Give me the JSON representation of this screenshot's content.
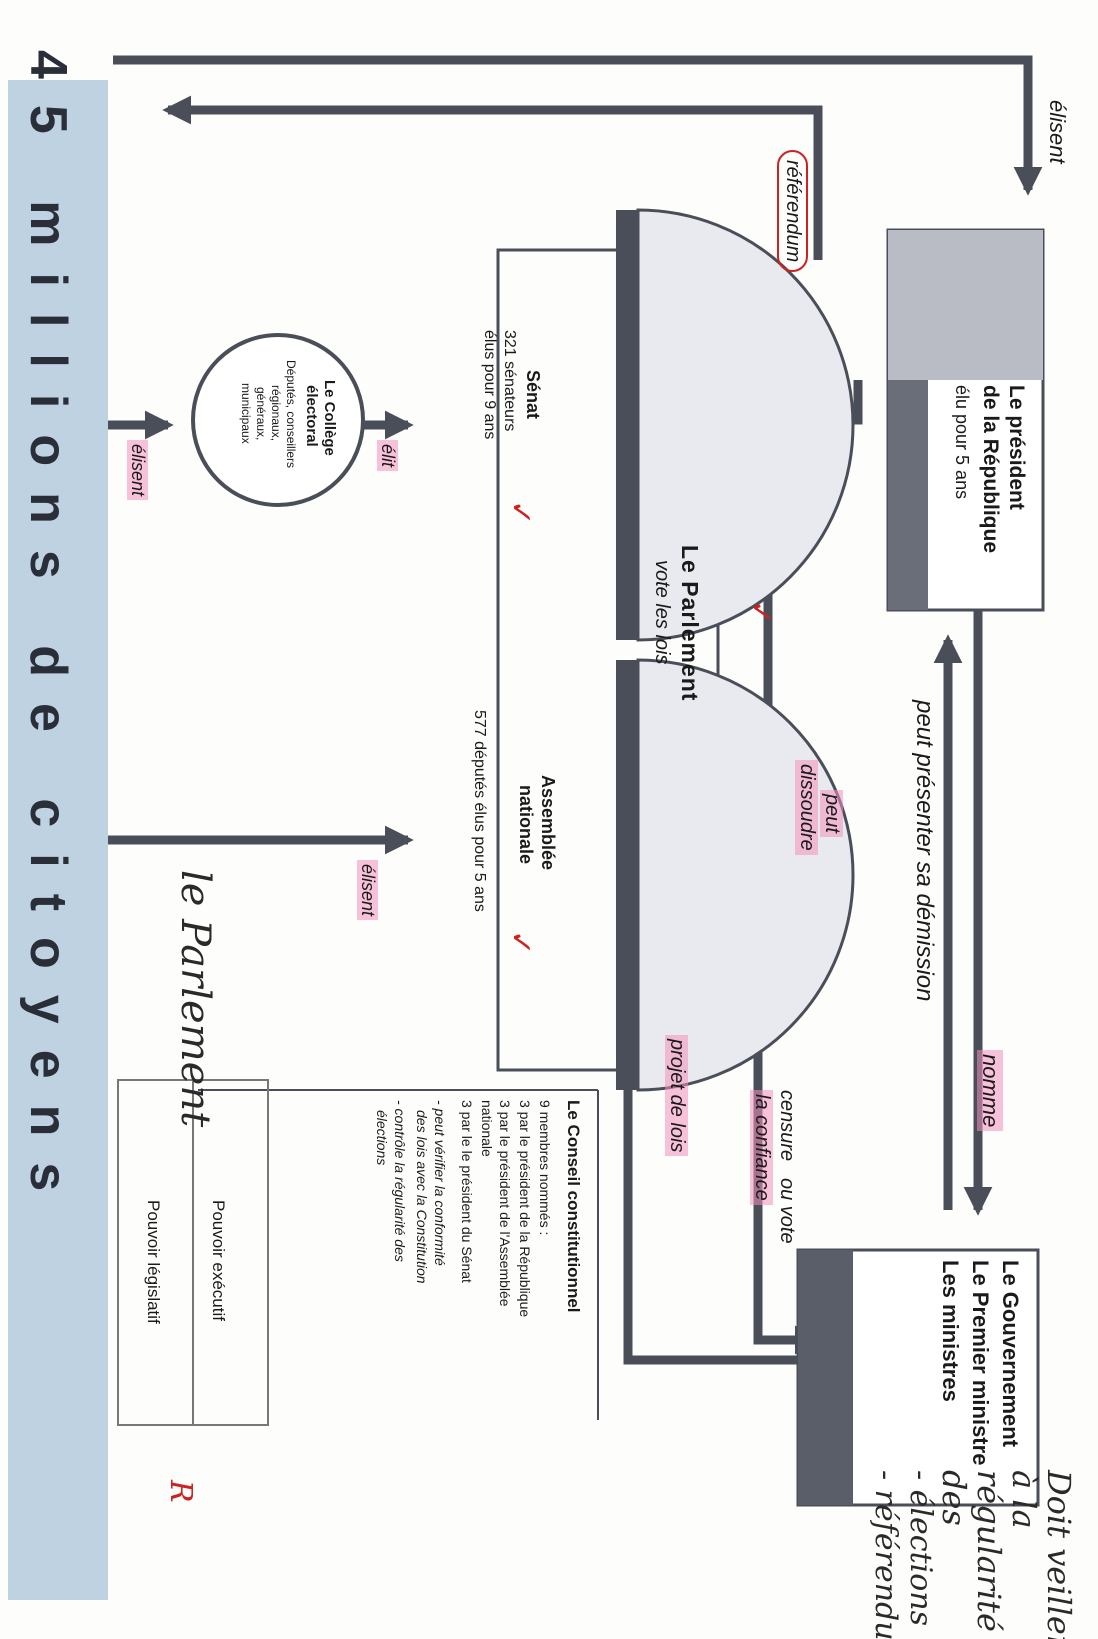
{
  "president": {
    "title_line1": "Le président",
    "title_line2": "de la République",
    "sub": "élu pour 5 ans"
  },
  "gouvernement": {
    "line1": "Le Gouvernement",
    "line2": "Le Premier ministre",
    "line3": "Les ministres"
  },
  "parlement": {
    "title": "Le Parlement",
    "sub": "vote les lois"
  },
  "senat": {
    "title": "Sénat",
    "line1": "321 sénateurs",
    "line2": "élus pour 9 ans"
  },
  "assemblee": {
    "title_line1": "Assemblée",
    "title_line2": "nationale",
    "line1": "577 députés élus pour 5 ans"
  },
  "college": {
    "title_line1": "Le Collège",
    "title_line2": "électoral",
    "line1": "Députés, conseillers",
    "line2": "régionaux,",
    "line3": "généraux,",
    "line4": "municipaux"
  },
  "conseil": {
    "title": "Le Conseil constitutionnel",
    "members": "9 membres nommés :",
    "m1": "3 par le président de la République",
    "m2": "3 par le président de l'Assemblée",
    "m2b": "nationale",
    "m3": "3 par le le président du Sénat",
    "r1a": "- peut vérifier la conformité",
    "r1b": "des lois avec la Constitution",
    "r2a": "- contrôle la régularité des",
    "r2b": "élections"
  },
  "arrows": {
    "elisent_top": "élisent",
    "referendum": "référendum",
    "nomme": "nomme",
    "demission": "peut présenter sa démission",
    "peut": "peut",
    "dissoudre": "dissoudre",
    "censure1": "censure",
    "censure2": "ou vote",
    "censure3": "la confiance",
    "projet": "projet de lois",
    "elit": "élit",
    "elisent_college": "élisent",
    "elisent_an": "élisent"
  },
  "citizens": "45 millions de citoyens",
  "legend": {
    "exec": "Pouvoir exécutif",
    "leg": "Pouvoir législatif"
  },
  "handwriting": {
    "parlement": "le Parlement",
    "note1": "Doit veiller",
    "note2": "à la",
    "note3": "régularité",
    "note4": "des",
    "note5": "- élections",
    "note6": "- référendum",
    "mark_r": "R"
  },
  "colors": {
    "ink": "#4a4e58",
    "highlight": "#f48fbe",
    "pen_red": "#cc2222",
    "citizens_blue": "#a9c3da"
  }
}
